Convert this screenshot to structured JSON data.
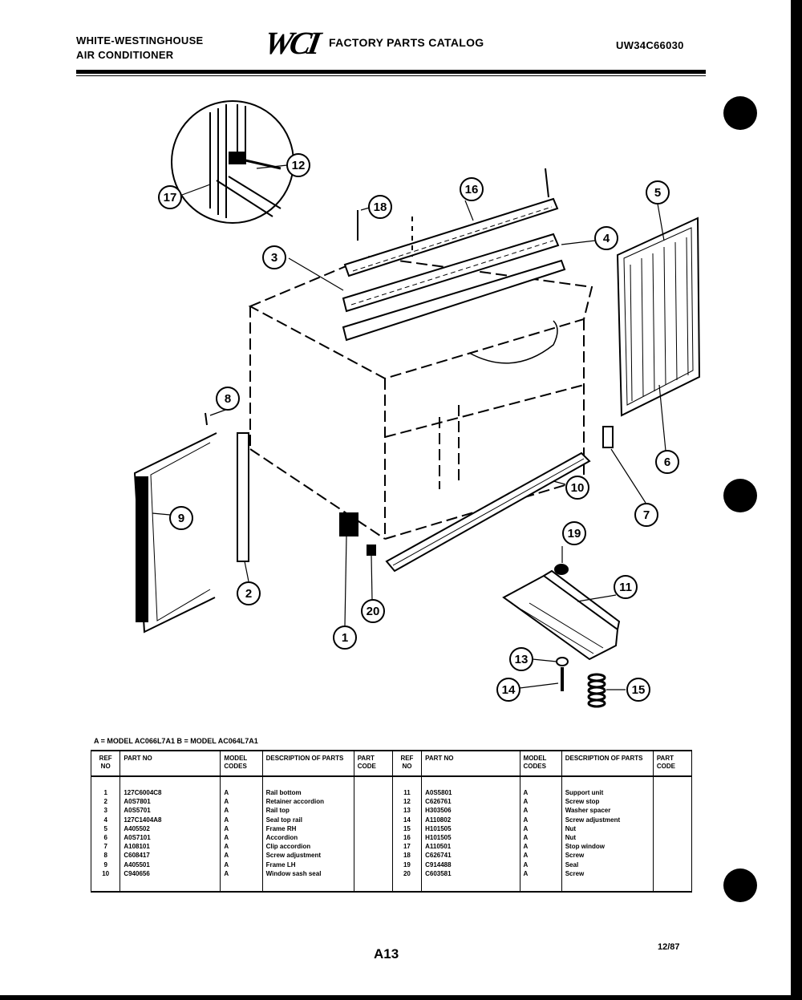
{
  "header": {
    "brand_line1": "WHITE-WESTINGHOUSE",
    "brand_line2": "AIR CONDITIONER",
    "logo": "WCI",
    "catalog_title": "FACTORY PARTS CATALOG",
    "catalog_number": "UW34C66030"
  },
  "callouts": [
    "1",
    "2",
    "3",
    "4",
    "5",
    "6",
    "7",
    "8",
    "9",
    "10",
    "11",
    "12",
    "13",
    "14",
    "15",
    "16",
    "17",
    "18",
    "19",
    "20"
  ],
  "model_line": "A = MODEL AC066L7A1    B = MODEL AC064L7A1",
  "table": {
    "headers": {
      "ref_no": "REF NO",
      "part_no": "PART NO",
      "model_codes": "MODEL CODES",
      "description": "DESCRIPTION OF PARTS",
      "part_code": "PART CODE"
    },
    "left_rows": [
      {
        "ref": "1",
        "part": "127C6004C8",
        "model": "A",
        "desc": "Rail bottom"
      },
      {
        "ref": "2",
        "part": "A0S7801",
        "model": "A",
        "desc": "Retainer accordion"
      },
      {
        "ref": "3",
        "part": "A0S5701",
        "model": "A",
        "desc": "Rail top"
      },
      {
        "ref": "4",
        "part": "127C1404A8",
        "model": "A",
        "desc": "Seal top rail"
      },
      {
        "ref": "5",
        "part": "A405502",
        "model": "A",
        "desc": "Frame RH"
      },
      {
        "ref": "6",
        "part": "A0S7101",
        "model": "A",
        "desc": "Accordion"
      },
      {
        "ref": "7",
        "part": "A108101",
        "model": "A",
        "desc": "Clip accordion"
      },
      {
        "ref": "8",
        "part": "C608417",
        "model": "A",
        "desc": "Screw adjustment"
      },
      {
        "ref": "9",
        "part": "A405501",
        "model": "A",
        "desc": "Frame LH"
      },
      {
        "ref": "10",
        "part": "C940656",
        "model": "A",
        "desc": "Window sash seal"
      }
    ],
    "right_rows": [
      {
        "ref": "11",
        "part": "A0S5801",
        "model": "A",
        "desc": "Support unit"
      },
      {
        "ref": "12",
        "part": "C626761",
        "model": "A",
        "desc": "Screw stop"
      },
      {
        "ref": "13",
        "part": "H303506",
        "model": "A",
        "desc": "Washer spacer"
      },
      {
        "ref": "14",
        "part": "A110802",
        "model": "A",
        "desc": "Screw adjustment"
      },
      {
        "ref": "15",
        "part": "H101505",
        "model": "A",
        "desc": "Nut"
      },
      {
        "ref": "16",
        "part": "H101505",
        "model": "A",
        "desc": "Nut"
      },
      {
        "ref": "17",
        "part": "A110501",
        "model": "A",
        "desc": "Stop window"
      },
      {
        "ref": "18",
        "part": "C626741",
        "model": "A",
        "desc": "Screw"
      },
      {
        "ref": "19",
        "part": "C914488",
        "model": "A",
        "desc": "Seal"
      },
      {
        "ref": "20",
        "part": "C603581",
        "model": "A",
        "desc": "Screw"
      }
    ]
  },
  "footer": {
    "page": "A13",
    "date": "12/87"
  }
}
